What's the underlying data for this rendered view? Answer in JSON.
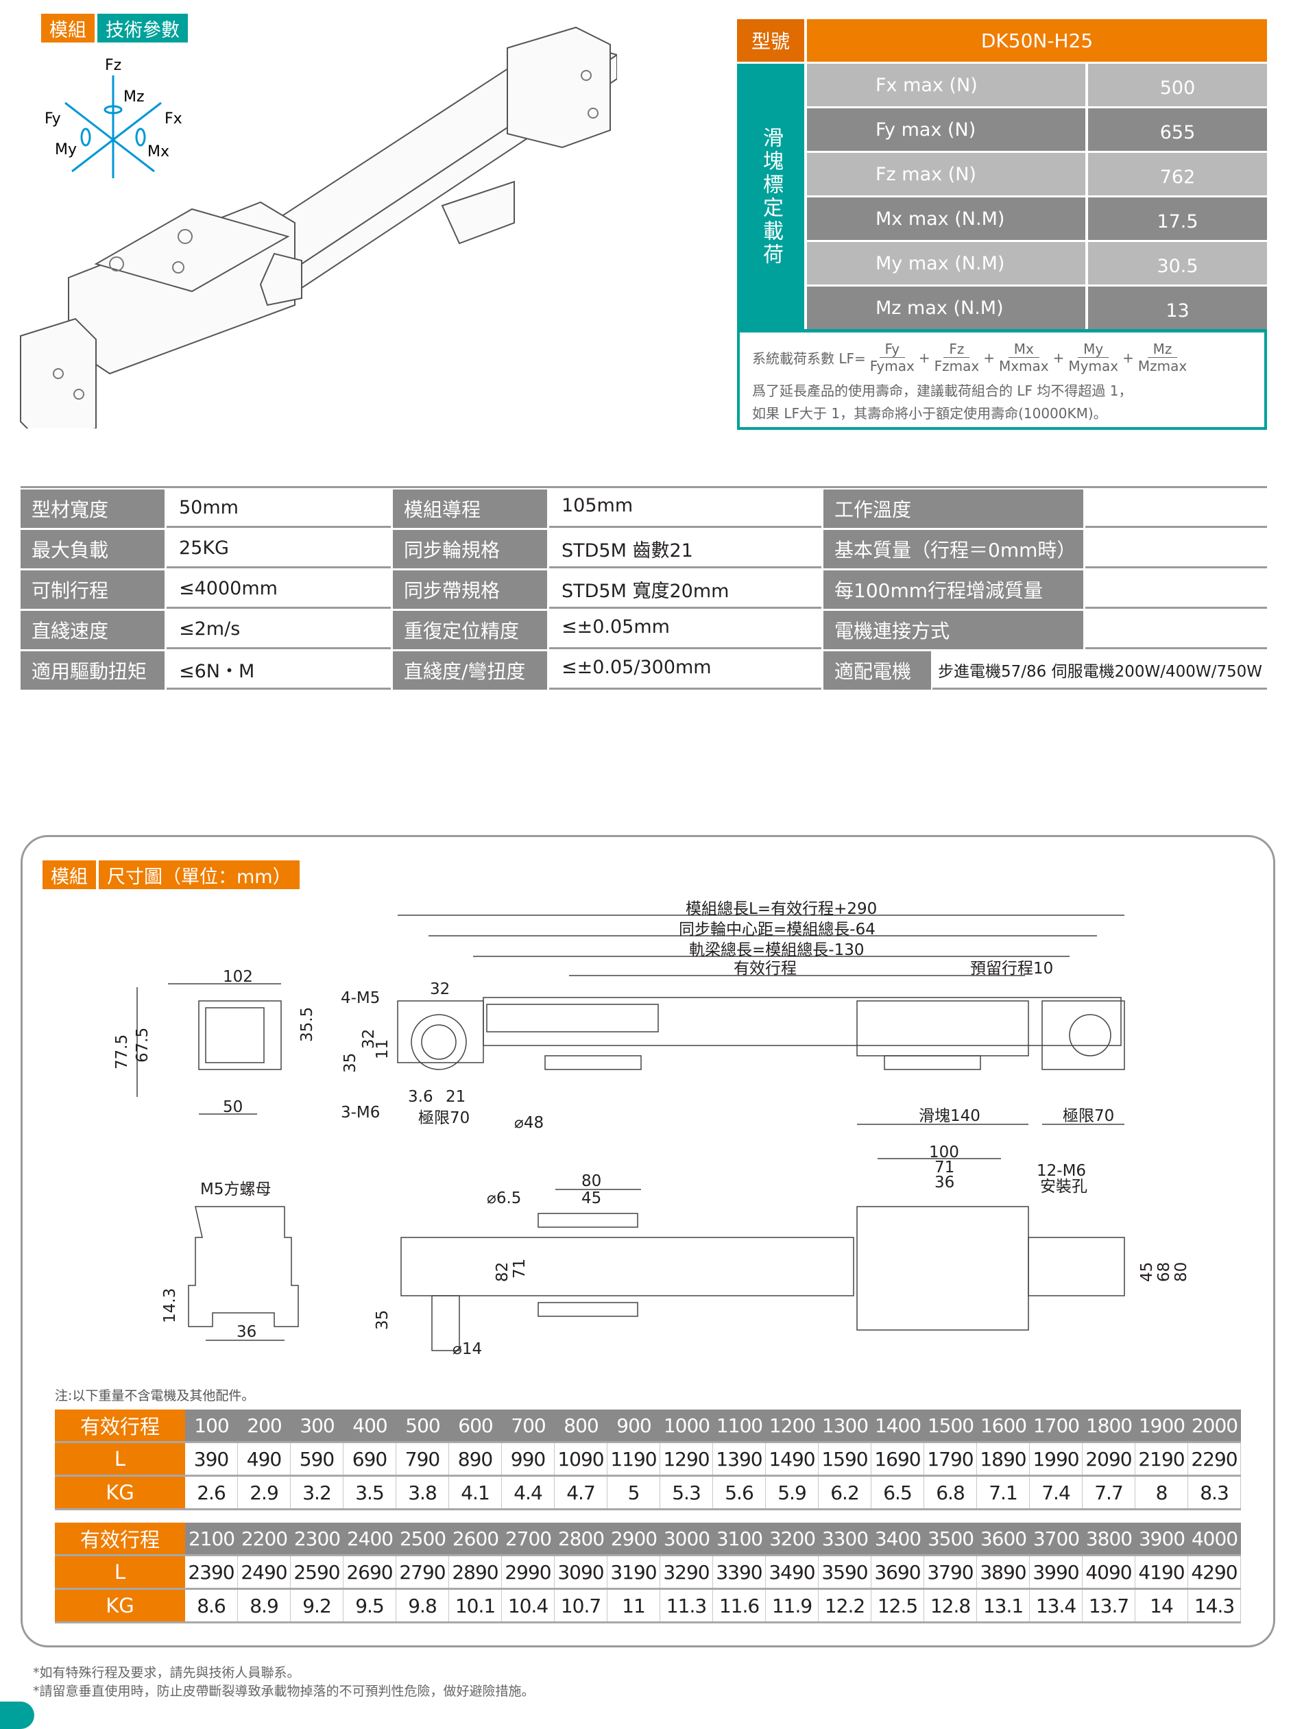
{
  "tech_tag": {
    "a": "模組",
    "b": "技術參數"
  },
  "axes": {
    "fz": "Fz",
    "mz": "Mz",
    "fy": "Fy",
    "fx": "Fx",
    "my": "My",
    "mx": "Mx"
  },
  "load_table": {
    "model_label": "型號",
    "model_value": "DK50N-H25",
    "group_label": "滑塊標定載荷",
    "rows": [
      {
        "label": "Fx max (N)",
        "value": "500"
      },
      {
        "label": "Fy max (N)",
        "value": "655"
      },
      {
        "label": "Fz max (N)",
        "value": "762"
      },
      {
        "label": "Mx max (N.M)",
        "value": "17.5"
      },
      {
        "label": "My max (N.M)",
        "value": "30.5"
      },
      {
        "label": "Mz max (N.M)",
        "value": "13"
      }
    ],
    "formula_prefix": "系統載荷系數 LF=",
    "fractions": [
      {
        "n": "Fy",
        "d": "Fymax"
      },
      {
        "n": "Fz",
        "d": "Fzmax"
      },
      {
        "n": "Mx",
        "d": "Mxmax"
      },
      {
        "n": "My",
        "d": "Mymax"
      },
      {
        "n": "Mz",
        "d": "Mzmax"
      }
    ],
    "plus": "+",
    "note1": "爲了延長產品的使用壽命，建議載荷組合的 LF 均不得超過 1，",
    "note2": "如果 LF大于 1，其壽命將小于額定使用壽命(10000KM)。"
  },
  "specs": [
    [
      "型材寬度",
      "50mm",
      "模組導程",
      "105mm",
      "工作溫度",
      ""
    ],
    [
      "最大負載",
      "25KG",
      "同步輪規格",
      "STD5M 齒數21",
      "基本質量（行程＝0mm時）",
      ""
    ],
    [
      "可制行程",
      "≤4000mm",
      "同步帶規格",
      "STD5M 寬度20mm",
      "每100mm行程增減質量",
      ""
    ],
    [
      "直綫速度",
      "≤2m/s",
      "重復定位精度",
      "≤±0.05mm",
      "電機連接方式",
      ""
    ],
    [
      "適用驅動扭矩",
      "≤6N・M",
      "直綫度/彎扭度",
      "≤±0.05/300mm",
      "適配電機",
      "步進電機57/86  伺服電機200W/400W/750W"
    ]
  ],
  "dim_tag": {
    "a": "模組",
    "b": "尺寸圖（單位：mm）"
  },
  "dims": {
    "total": "模組總長L=有效行程+290",
    "pulley": "同步輪中心距=模組總長-64",
    "beam": "軌梁總長=模組總長-130",
    "stroke": "有效行程",
    "reserve": "預留行程10",
    "slider": "滑塊140",
    "limit_r": "極限70",
    "limit_l": "極限70",
    "d102": "102",
    "d775": "77.5",
    "d675": "67.5",
    "d355": "35.5",
    "d50": "50",
    "m5": "4-M5",
    "d32": "32",
    "d32v": "32",
    "d11": "11",
    "d35": "35",
    "d36": "3.6",
    "d21": "21",
    "m6": "3-M6",
    "phi48": "⌀48",
    "nut": "M5方螺母",
    "d143": "14.3",
    "d36b": "36",
    "phi65": "⌀6.5",
    "d80": "80",
    "d45": "45",
    "d82": "82",
    "d71": "71",
    "d35b": "35",
    "phi14": "⌀14",
    "d100": "100",
    "d71b": "71",
    "d36c": "36",
    "m12": "12-M6",
    "hole": "安裝孔",
    "d45b": "45",
    "d68": "68",
    "d80b": "80"
  },
  "weight_note": "注:以下重量不含電機及其他配件。",
  "weight_tables": [
    {
      "h": "有效行程",
      "l": "L",
      "k": "KG",
      "stroke": [
        "100",
        "200",
        "300",
        "400",
        "500",
        "600",
        "700",
        "800",
        "900",
        "1000",
        "1100",
        "1200",
        "1300",
        "1400",
        "1500",
        "1600",
        "1700",
        "1800",
        "1900",
        "2000"
      ],
      "L": [
        "390",
        "490",
        "590",
        "690",
        "790",
        "890",
        "990",
        "1090",
        "1190",
        "1290",
        "1390",
        "1490",
        "1590",
        "1690",
        "1790",
        "1890",
        "1990",
        "2090",
        "2190",
        "2290"
      ],
      "KG": [
        "2.6",
        "2.9",
        "3.2",
        "3.5",
        "3.8",
        "4.1",
        "4.4",
        "4.7",
        "5",
        "5.3",
        "5.6",
        "5.9",
        "6.2",
        "6.5",
        "6.8",
        "7.1",
        "7.4",
        "7.7",
        "8",
        "8.3"
      ]
    },
    {
      "h": "有效行程",
      "l": "L",
      "k": "KG",
      "stroke": [
        "2100",
        "2200",
        "2300",
        "2400",
        "2500",
        "2600",
        "2700",
        "2800",
        "2900",
        "3000",
        "3100",
        "3200",
        "3300",
        "3400",
        "3500",
        "3600",
        "3700",
        "3800",
        "3900",
        "4000"
      ],
      "L": [
        "2390",
        "2490",
        "2590",
        "2690",
        "2790",
        "2890",
        "2990",
        "3090",
        "3190",
        "3290",
        "3390",
        "3490",
        "3590",
        "3690",
        "3790",
        "3890",
        "3990",
        "4090",
        "4190",
        "4290"
      ],
      "KG": [
        "8.6",
        "8.9",
        "9.2",
        "9.5",
        "9.8",
        "10.1",
        "10.4",
        "10.7",
        "11",
        "11.3",
        "11.6",
        "11.9",
        "12.2",
        "12.5",
        "12.8",
        "13.1",
        "13.4",
        "13.7",
        "14",
        "14.3"
      ]
    }
  ],
  "footer": {
    "n1": "*如有特殊行程及要求，請先與技術人員聯系。",
    "n2": "*請留意垂直使用時，防止皮帶斷裂導致承載物掉落的不可預判性危險，做好避險措施。"
  },
  "colors": {
    "orange": "#ef7d00",
    "teal": "#00a19a",
    "gray": "#8a8a8a"
  }
}
